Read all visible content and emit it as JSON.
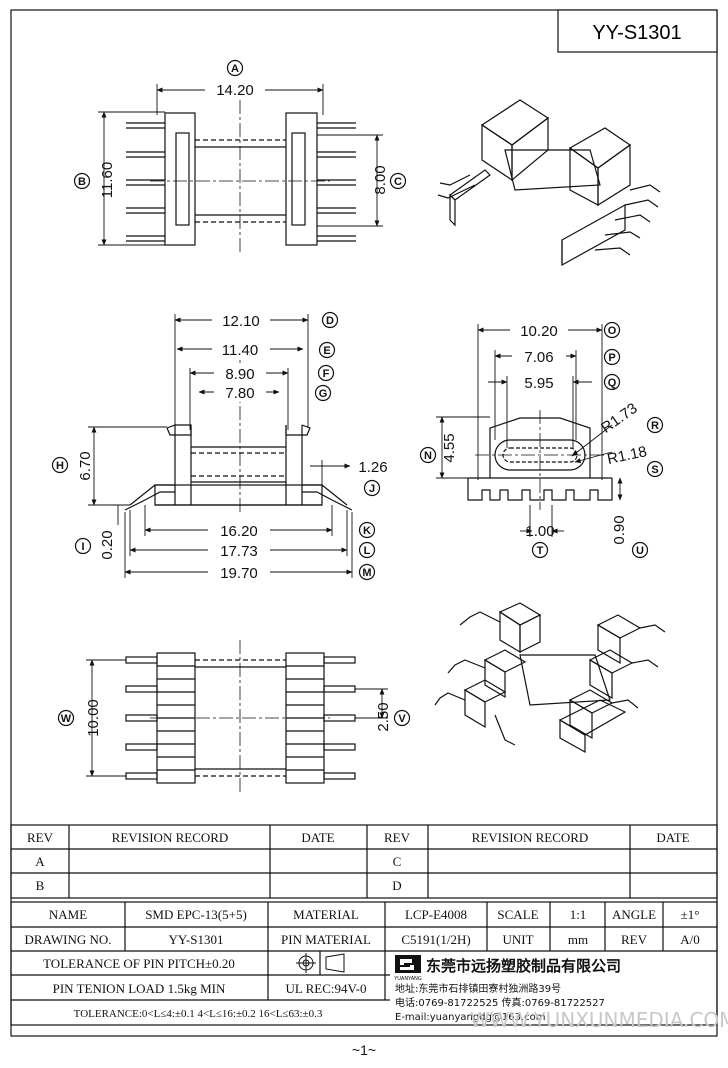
{
  "drawing_code": "YY-S1301",
  "page_number": "~1~",
  "watermark": "WWW.YUNXUNMEDIA.COM",
  "dimensions": [
    {
      "id": "A",
      "value": "14.20"
    },
    {
      "id": "B",
      "value": "11.60"
    },
    {
      "id": "C",
      "value": "8.00"
    },
    {
      "id": "D",
      "value": "12.10"
    },
    {
      "id": "E",
      "value": "11.40"
    },
    {
      "id": "F",
      "value": "8.90"
    },
    {
      "id": "G",
      "value": "7.80"
    },
    {
      "id": "H",
      "value": "6.70"
    },
    {
      "id": "I",
      "value": "0.20"
    },
    {
      "id": "J",
      "value": "1.26"
    },
    {
      "id": "K",
      "value": "16.20"
    },
    {
      "id": "L",
      "value": "17.73"
    },
    {
      "id": "M",
      "value": "19.70"
    },
    {
      "id": "N",
      "value": "4.55"
    },
    {
      "id": "O",
      "value": "10.20"
    },
    {
      "id": "P",
      "value": "7.06"
    },
    {
      "id": "Q",
      "value": "5.95"
    },
    {
      "id": "R",
      "value": "R1.73"
    },
    {
      "id": "S",
      "value": "R1.18"
    },
    {
      "id": "T",
      "value": "1.00"
    },
    {
      "id": "U",
      "value": "0.90"
    },
    {
      "id": "V",
      "value": "2.50"
    },
    {
      "id": "W",
      "value": "10.00"
    }
  ],
  "revision": {
    "rev_header": "REV",
    "record_header": "REVISION RECORD",
    "date_header": "DATE",
    "left_revs": [
      "A",
      "B"
    ],
    "right_revs": [
      "C",
      "D"
    ]
  },
  "title_block": {
    "name_label": "NAME",
    "name_value": "SMD EPC-13(5+5)",
    "material_label": "MATERIAL",
    "material_value": "LCP-E4008",
    "scale_label": "SCALE",
    "scale_value": "1:1",
    "angle_label": "ANGLE",
    "angle_value": "±1°",
    "drawing_no_label": "DRAWING NO.",
    "drawing_no_value": "YY-S1301",
    "pin_material_label": "PIN MATERIAL",
    "pin_material_value": "C5191(1/2H)",
    "unit_label": "UNIT",
    "unit_value": "mm",
    "rev_label": "REV",
    "rev_value": "A/0",
    "pin_pitch": "TOLERANCE OF PIN PITCH±0.20",
    "pin_load": "PIN TENION LOAD 1.5kg MIN",
    "ul": "UL REC:94V-0",
    "tolerance": "TOLERANCE:0<L≤4:±0.1  4<L≤16:±0.2  16<L≤63:±0.3",
    "company": "东莞市远扬塑胶制品有限公司",
    "logo_text": "YUANYANG",
    "address": "地址:东莞市石排镇田寮村独洲路39号",
    "phone": "电话:0769-81722525   传真:0769-81722527",
    "email": "E-mail:yuanyangdg@163.com"
  }
}
